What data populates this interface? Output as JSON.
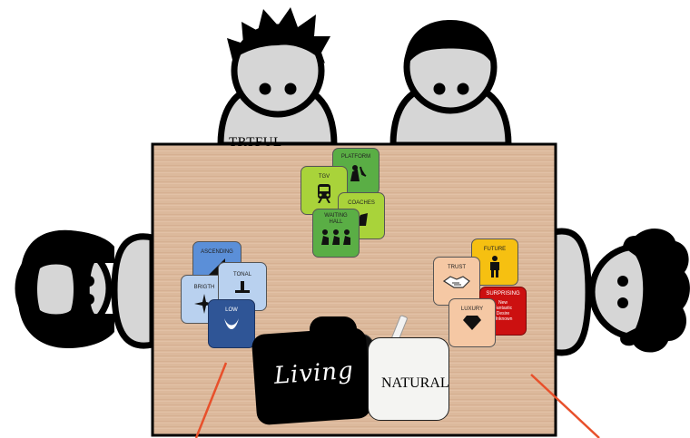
{
  "labels": {
    "top_left_person": "TRTFUL",
    "natural_card": "NATURAL",
    "living_card": "Living"
  },
  "cards": {
    "platform": "PLATFORM",
    "tgv": "TGV",
    "coaches": "COACHES",
    "waiting_hall": "WAITING HALL",
    "ascending": "ASCENDING",
    "tonal": "TONAL",
    "brigth": "BRIGTH",
    "low": "LOW",
    "future": "FUTURE",
    "trust": "TRUST",
    "surprising": "SURPRISING",
    "surprising_sub": "New Fantastic Desire Unknown",
    "luxury": "LUXURY"
  },
  "colors": {
    "table": "#d9b598",
    "green_dark": "#5aae45",
    "green_light": "#a9d33a",
    "blue_light": "#b9d1ef",
    "blue_mid": "#5b8fd8",
    "blue_dark": "#2f5596",
    "peach": "#f5c8a4",
    "yellow": "#f6c011",
    "red": "#cc1010",
    "pointer": "#e8502b"
  }
}
